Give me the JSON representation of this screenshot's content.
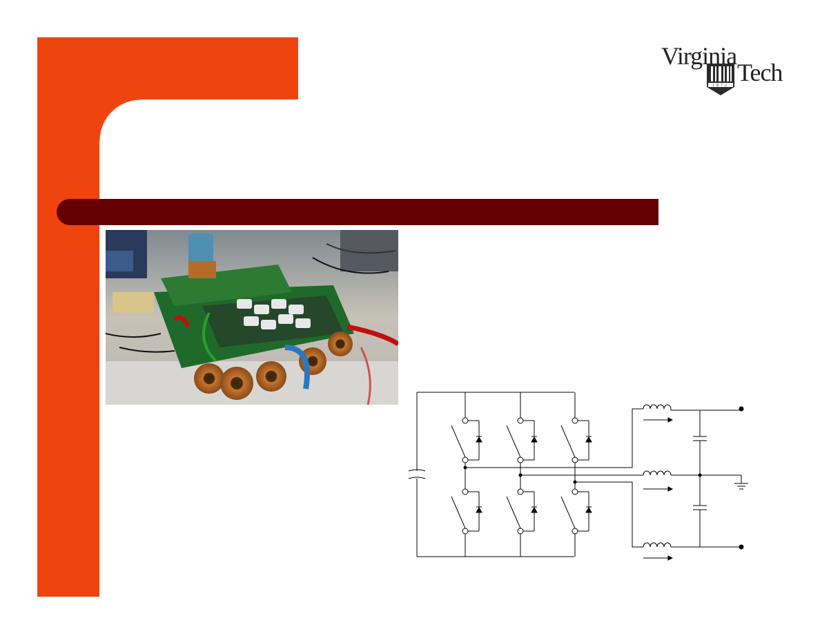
{
  "logo": {
    "line1": "Virginia",
    "line2": "Tech",
    "year": "1872"
  },
  "colors": {
    "accent_orange": "#f0440e",
    "title_band": "#660000",
    "circuit_line": "#000000"
  },
  "icons": {
    "photo": "hardware-prototype-photo",
    "schematic": "three-phase-inverter-schematic"
  }
}
